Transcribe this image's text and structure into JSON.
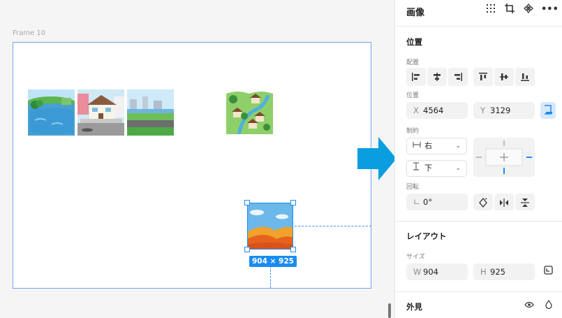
{
  "canvas": {
    "frame_label": "Frame 10",
    "size_badge": "904 × 925"
  },
  "panel": {
    "title": "画像",
    "header_icons": [
      "grid-icon",
      "crop-icon",
      "components-icon",
      "more-icon"
    ],
    "position_section": {
      "title": "位置",
      "align_label": "配置",
      "position_label": "位置",
      "x_prefix": "X",
      "x_value": "4564",
      "y_prefix": "Y",
      "y_value": "3129",
      "constraints_label": "制約",
      "constraint_h": "右",
      "constraint_v": "下",
      "rotation_label": "回転",
      "rotation_value": "0°"
    },
    "layout_section": {
      "title": "レイアウト",
      "size_label": "サイズ",
      "w_prefix": "W",
      "w_value": "904",
      "h_prefix": "H",
      "h_value": "925"
    },
    "appearance_section": {
      "title": "外見"
    }
  },
  "colors": {
    "accent": "#1a8cf0",
    "arrow": "#0a9ee0",
    "frame_border": "#6fa3ee"
  }
}
